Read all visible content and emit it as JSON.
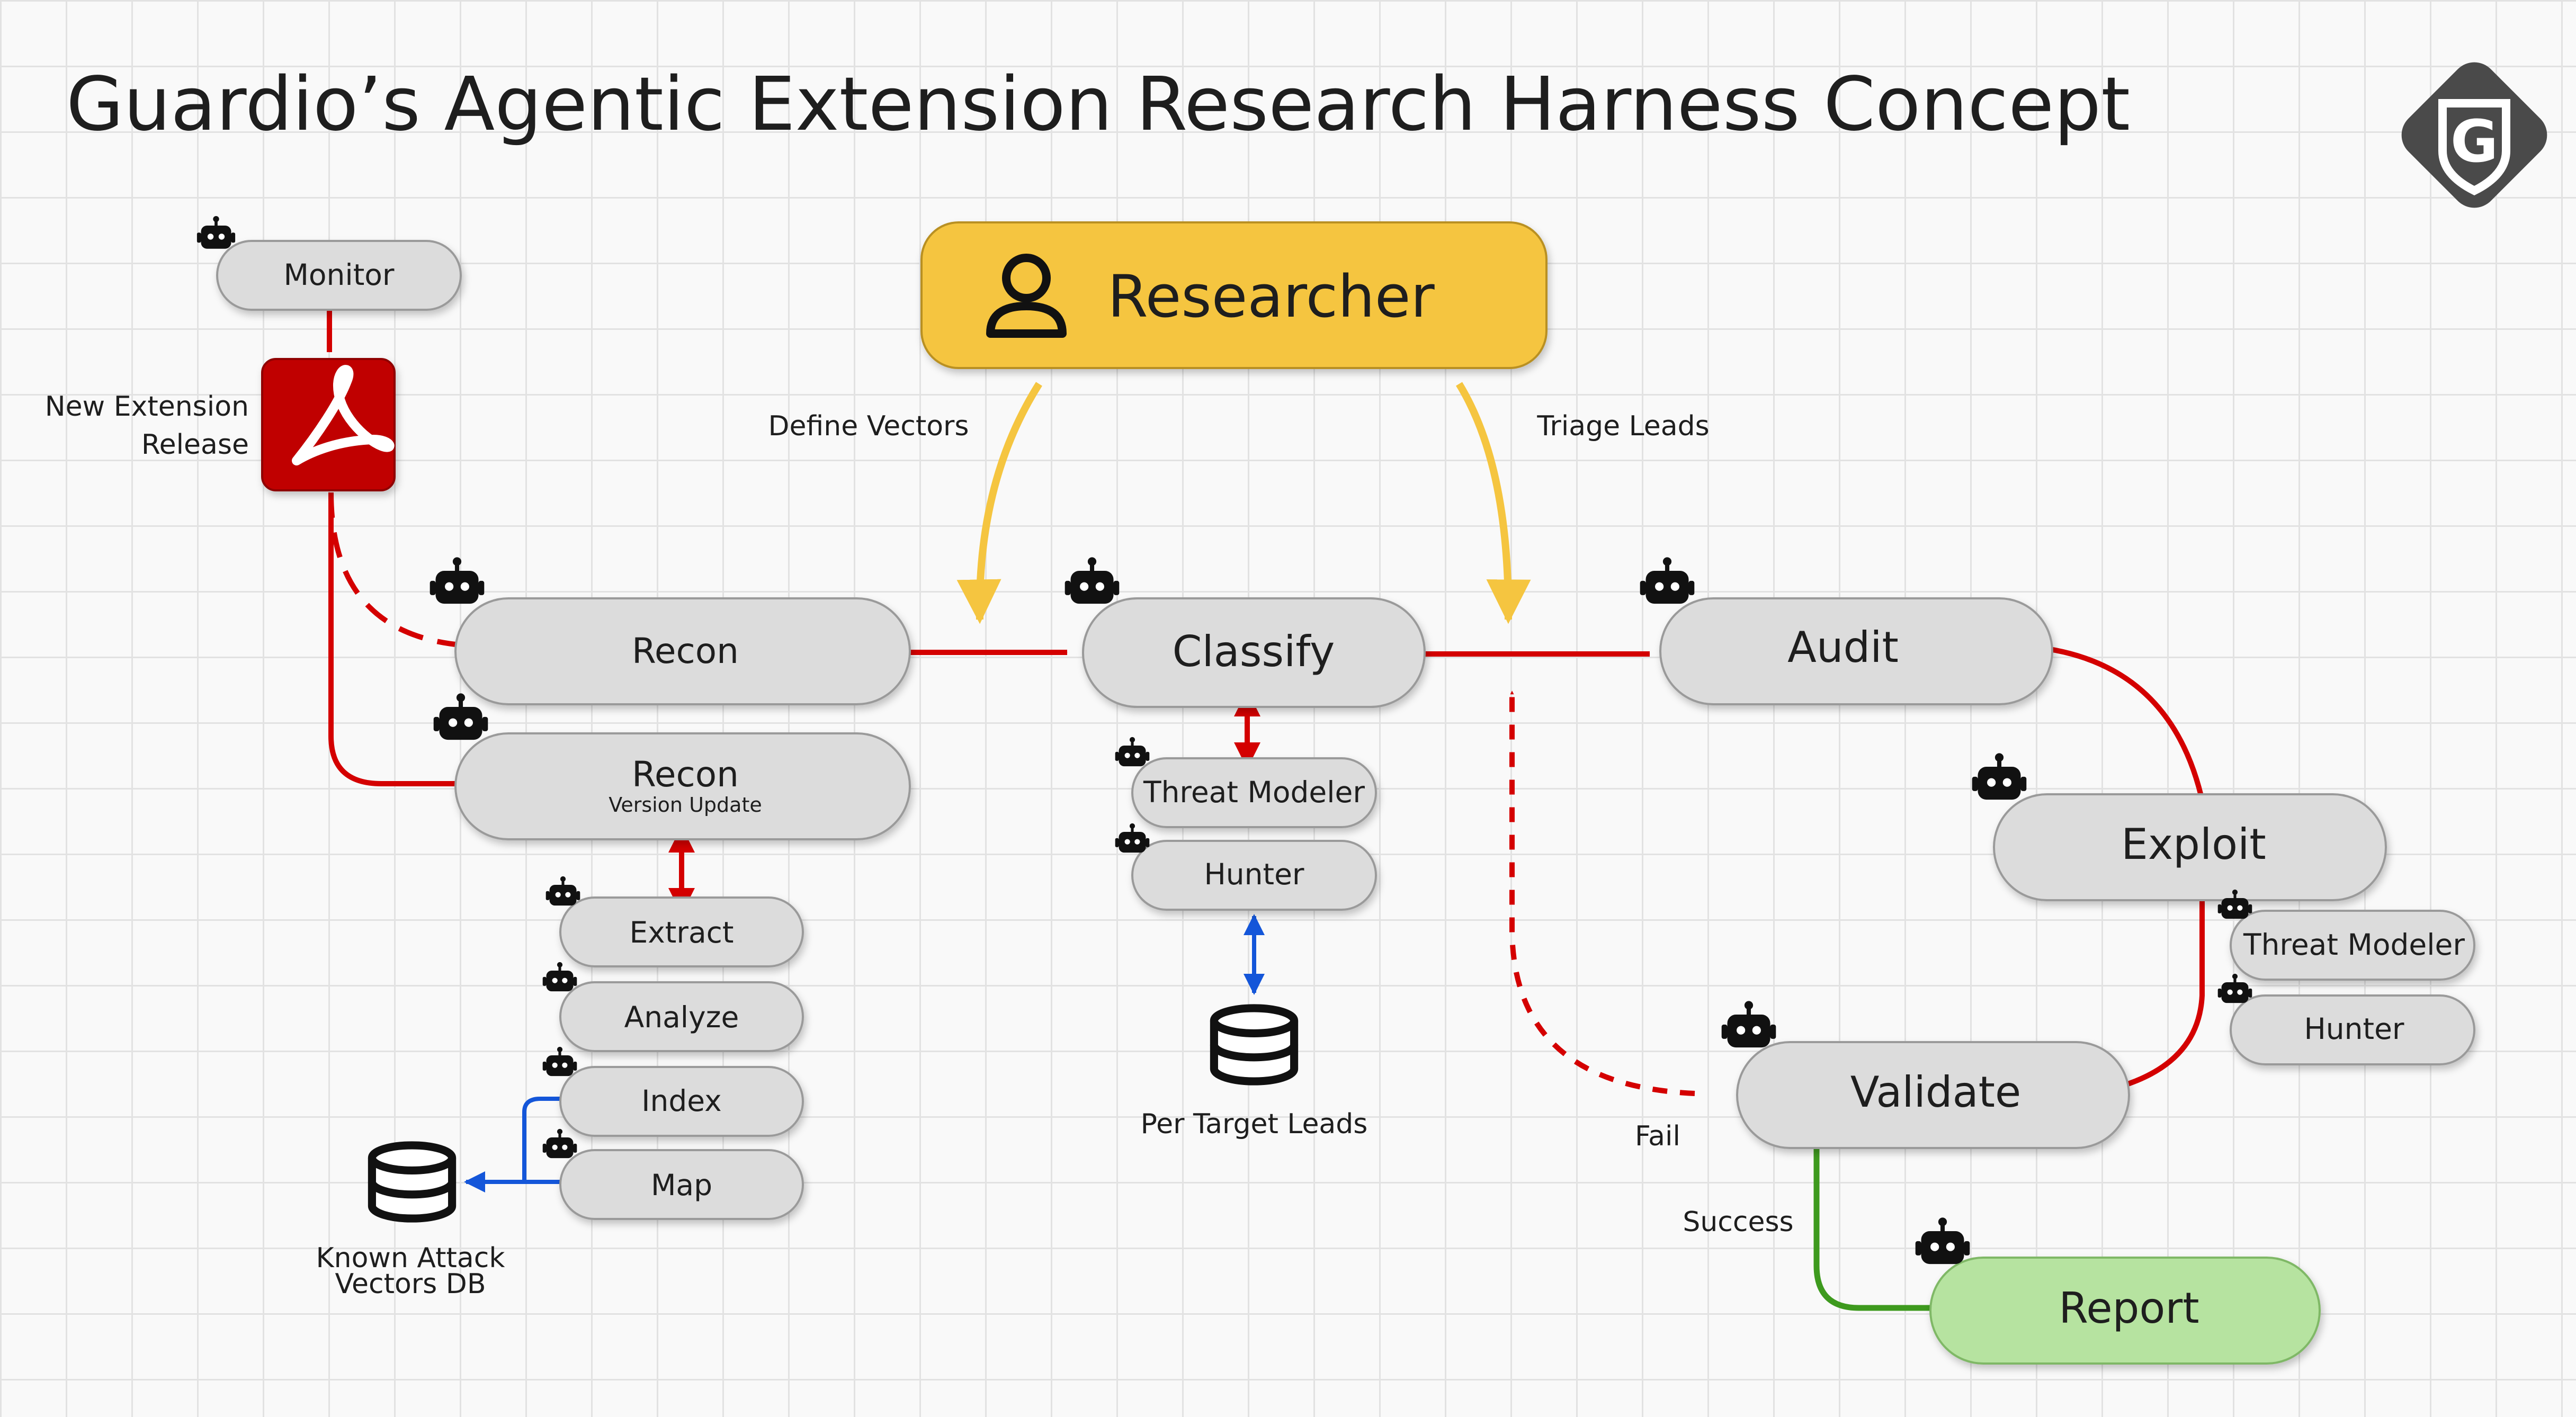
{
  "title": "Guardio’s Agentic Extension Research Harness Concept",
  "logo": {
    "icon": "guardio-shield-g-icon",
    "color": "#4a4a4a"
  },
  "colors": {
    "node_fill": "#dcdcdc",
    "researcher_fill": "#f5c540",
    "report_fill": "#b6e3a0",
    "release_red": "#c00000",
    "arrow_red": "#d40000",
    "arrow_blue": "#1456d9",
    "arrow_yellow": "#f5c540",
    "arrow_green": "#3e9a1e"
  },
  "nodes": {
    "monitor": "Monitor",
    "release": "New Extension Release",
    "release_line1": "New Extension",
    "release_line2": "Release",
    "recon": "Recon",
    "recon_update": "Recon",
    "recon_update_sub": "Version Update",
    "extract": "Extract",
    "analyze": "Analyze",
    "index": "Index",
    "map": "Map",
    "researcher": "Researcher",
    "classify": "Classify",
    "classify_threat_modeler": "Threat Modeler",
    "classify_hunter": "Hunter",
    "audit": "Audit",
    "exploit": "Exploit",
    "exploit_threat_modeler": "Threat Modeler",
    "exploit_hunter": "Hunter",
    "validate": "Validate",
    "report": "Report"
  },
  "databases": {
    "known_attack_line1": "Known Attack",
    "known_attack_line2": "Vectors DB",
    "per_target_leads": "Per Target Leads"
  },
  "edge_labels": {
    "define_vectors": "Define Vectors",
    "triage_leads": "Triage Leads",
    "fail": "Fail",
    "success": "Success"
  },
  "icons": {
    "agent": "robot-icon",
    "researcher": "person-icon",
    "release": "pdf-icon",
    "database": "database-icon"
  }
}
